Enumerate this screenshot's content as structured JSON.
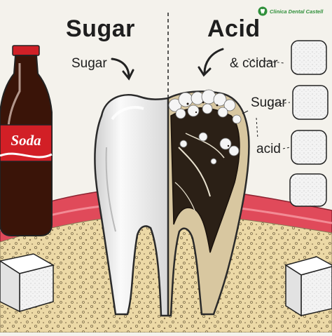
{
  "headings": {
    "left": "Sugar",
    "right": "Acid"
  },
  "labels": {
    "left_sugar": "Sugar",
    "ampersand_ccidar": "& ccidar",
    "sugar": "Sugar",
    "acid": "acid"
  },
  "bottle": {
    "label": "Soda"
  },
  "brand": {
    "text": "Clinica Dental Castell",
    "color": "#2f8f3a"
  },
  "colors": {
    "gum": "#e04a5a",
    "bone": "#ecd9a6",
    "tooth": "#eeeeee",
    "decay": "#2b2016",
    "soda_red": "#d21f26",
    "soda_dark": "#3a1408",
    "sugar_cube": "#f2f2f2"
  },
  "icons": {
    "brand": "tooth-logo-icon",
    "arrows": "curved-arrow-icon"
  }
}
